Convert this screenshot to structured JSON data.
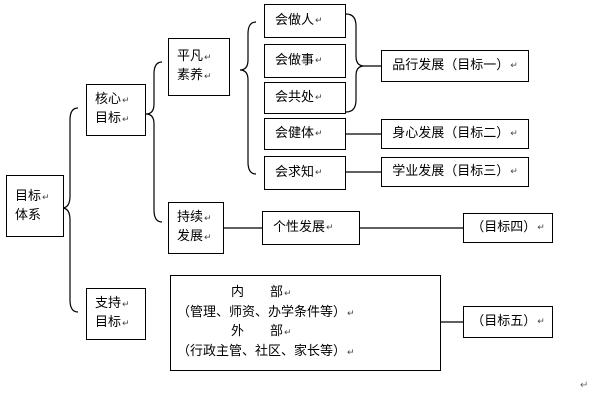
{
  "mark": "↵",
  "root": {
    "line1": "目标",
    "line2": "体系"
  },
  "core": {
    "line1": "核心",
    "line2": "目标"
  },
  "ordinary": {
    "line1": "平凡",
    "line2": "素养"
  },
  "sustain": {
    "line1": "持续",
    "line2": "发展"
  },
  "support": {
    "line1": "支持",
    "line2": "目标"
  },
  "skills": [
    "会做人",
    "会做事",
    "会共处",
    "会健体",
    "会求知"
  ],
  "personal": "个性发展",
  "outcomes": {
    "goal1": "品行发展（目标一）",
    "goal2": "身心发展（目标二）",
    "goal3": "学业发展（目标三）",
    "goal4": "（目标四）",
    "goal5": "（目标五）"
  },
  "support_box": {
    "inner_title": "内　　部",
    "inner_detail": "（管理、师资、办学条件等）",
    "outer_title": "外　　部",
    "outer_detail": "（行政主管、社区、家长等）"
  }
}
